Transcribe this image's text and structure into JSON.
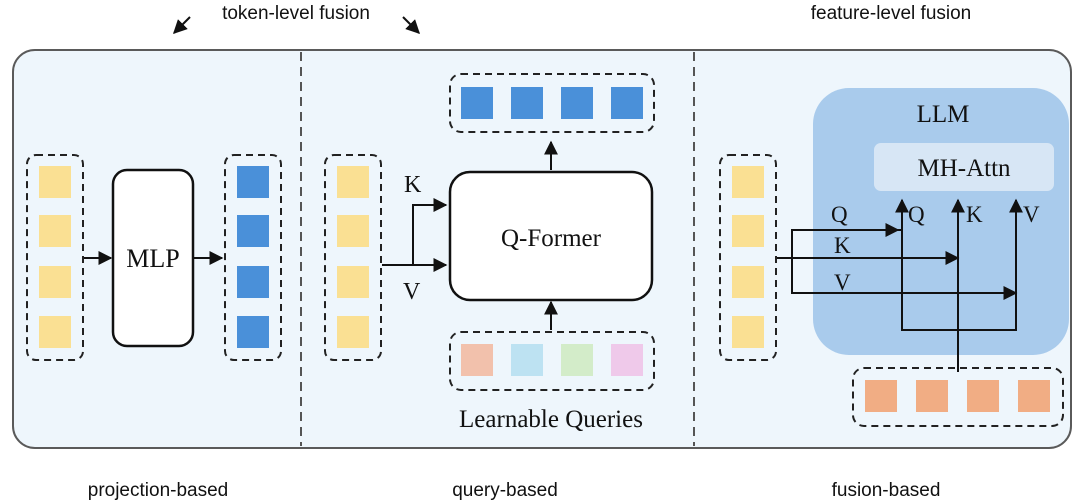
{
  "headers": {
    "token_level": "token-level fusion",
    "feature_level": "feature-level fusion"
  },
  "panels": {
    "projection": {
      "caption": "projection-based",
      "module_label": "MLP"
    },
    "query": {
      "caption": "query-based",
      "module_label": "Q-Former",
      "input_k_label": "K",
      "input_v_label": "V",
      "queries_label": "Learnable Queries"
    },
    "fusion": {
      "caption": "fusion-based",
      "llm_label": "LLM",
      "attn_label": "MH-Attn",
      "in_q": "Q",
      "in_k": "K",
      "in_v": "V",
      "port_q": "Q",
      "port_k": "K",
      "port_v": "V"
    }
  },
  "colors": {
    "visual_token": "#fae093",
    "projected_token": "#4a90d9",
    "query_token_1": "#f2c1ac",
    "query_token_2": "#bde2f2",
    "query_token_3": "#d3ecc9",
    "query_token_4": "#efc9ea",
    "text_token": "#f1ad84",
    "llm_fill": "#a9cbec",
    "attn_fill": "#d7e6f5",
    "panel_fill": "#eef6fc"
  }
}
